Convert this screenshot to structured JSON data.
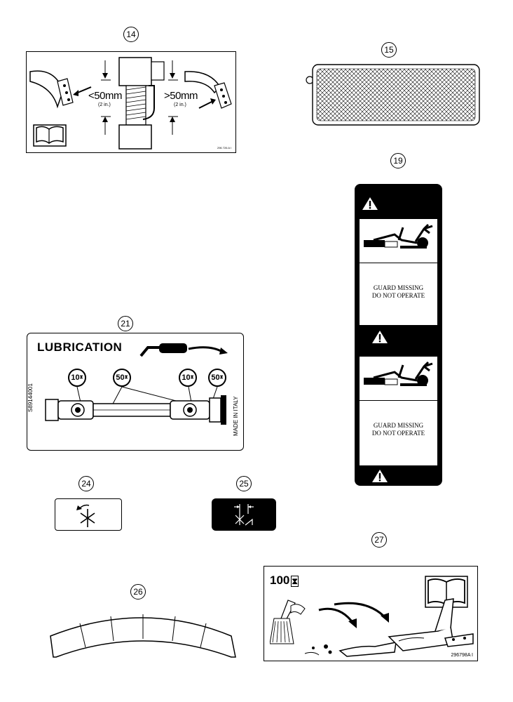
{
  "callouts": {
    "c14": "14",
    "c15": "15",
    "c19": "19",
    "c21": "21",
    "c24": "24",
    "c25": "25",
    "c26": "26",
    "c27": "27"
  },
  "decal14": {
    "left_dim": "<50mm",
    "left_dim_sub": "(2 in.)",
    "right_dim": ">50mm",
    "right_dim_sub": "(2 in.)",
    "ref": "296 726 A I"
  },
  "decal19": {
    "text1_line1": "GUARD MISSING",
    "text1_line2": "DO NOT OPERATE",
    "text2_line1": "GUARD MISSING",
    "text2_line2": "DO NOT OPERATE"
  },
  "decal21": {
    "title": "LUBRICATION",
    "interval1": "10",
    "interval2": "50",
    "interval3": "10",
    "interval4": "50",
    "part_no": "S89144001",
    "made_in": "MADE IN ITALY"
  },
  "decal27": {
    "interval": "100",
    "ref": "296798A I"
  }
}
